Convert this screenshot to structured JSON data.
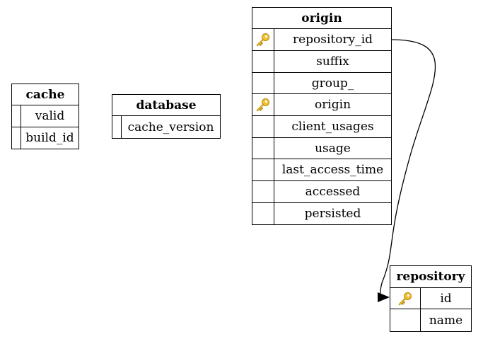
{
  "tables": {
    "cache": {
      "title": "cache",
      "columns": [
        {
          "name": "valid",
          "key": false
        },
        {
          "name": "build_id",
          "key": false
        }
      ]
    },
    "database": {
      "title": "database",
      "columns": [
        {
          "name": "cache_version",
          "key": false
        }
      ]
    },
    "origin": {
      "title": "origin",
      "columns": [
        {
          "name": "repository_id",
          "key": true
        },
        {
          "name": "suffix",
          "key": false
        },
        {
          "name": "group_",
          "key": false
        },
        {
          "name": "origin",
          "key": true
        },
        {
          "name": "client_usages",
          "key": false
        },
        {
          "name": "usage",
          "key": false
        },
        {
          "name": "last_access_time",
          "key": false
        },
        {
          "name": "accessed",
          "key": false
        },
        {
          "name": "persisted",
          "key": false
        }
      ]
    },
    "repository": {
      "title": "repository",
      "columns": [
        {
          "name": "id",
          "key": true
        },
        {
          "name": "name",
          "key": false
        }
      ]
    }
  },
  "relations": [
    {
      "from": "origin.repository_id",
      "to": "repository.id"
    }
  ],
  "colors": {
    "key_icon": "#f2c12e",
    "key_icon_stroke": "#b88a10",
    "line": "#000000"
  }
}
